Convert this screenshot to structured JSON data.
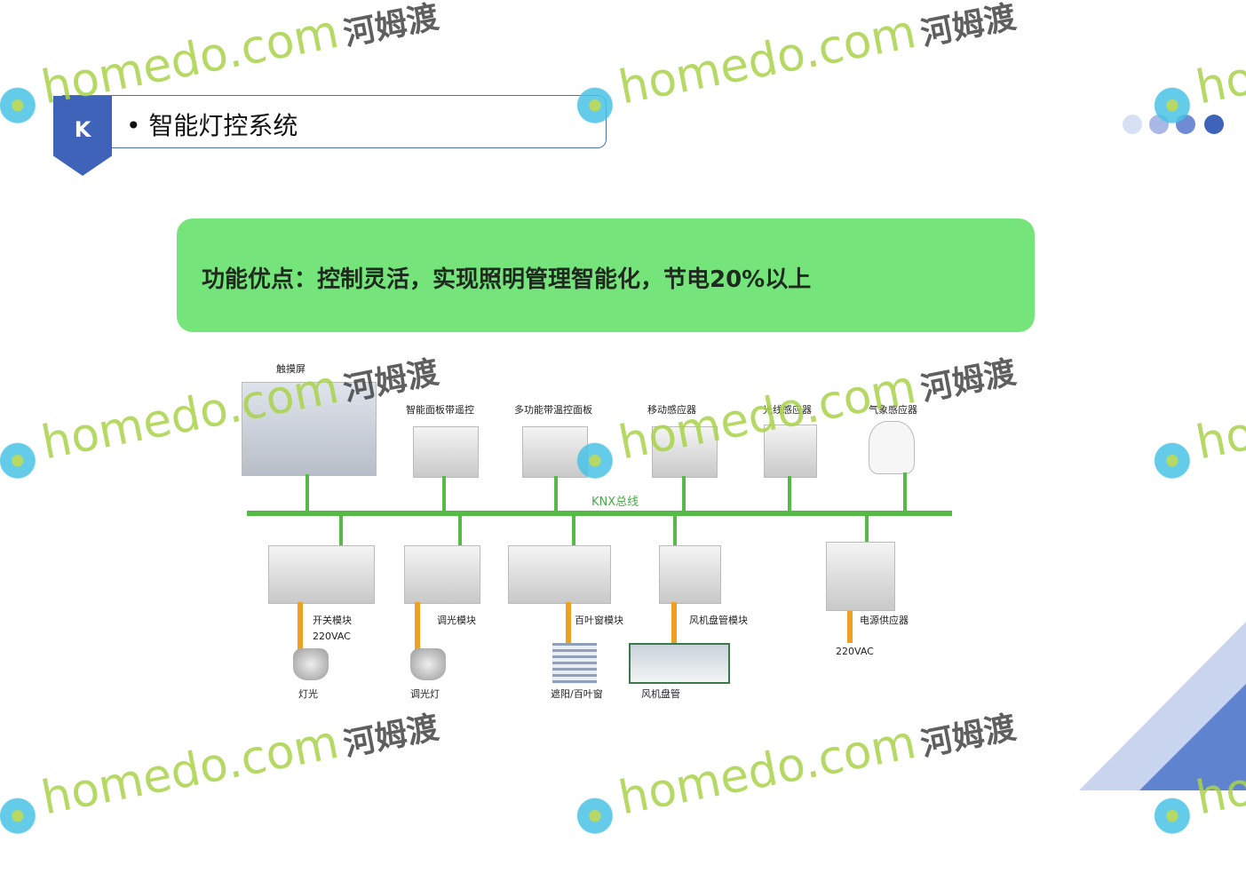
{
  "header": {
    "badge": "K",
    "title": "• 智能灯控系统"
  },
  "banner": {
    "text": "功能优点：控制灵活，实现照明管理智能化，节电20%以上"
  },
  "diagram": {
    "bus_label": "KNX总线",
    "top_devices": [
      "触摸屏",
      "智能面板带遥控",
      "多功能带温控面板",
      "移动感应器",
      "光线感应器",
      "气象感应器"
    ],
    "modules": [
      "开关模块",
      "调光模块",
      "百叶窗模块",
      "风机盘管模块",
      "电源供应器"
    ],
    "voltage1": "220VAC",
    "voltage2": "220VAC",
    "loads": [
      "灯光",
      "调光灯",
      "遮阳/百叶窗",
      "风机盘管"
    ]
  },
  "watermark": {
    "site": "homedo.com",
    "brand": "河姆渡"
  },
  "colors": {
    "accent": "#3f63b8",
    "banner": "#75e47b",
    "bus": "#57b947",
    "power": "#f0a020"
  }
}
